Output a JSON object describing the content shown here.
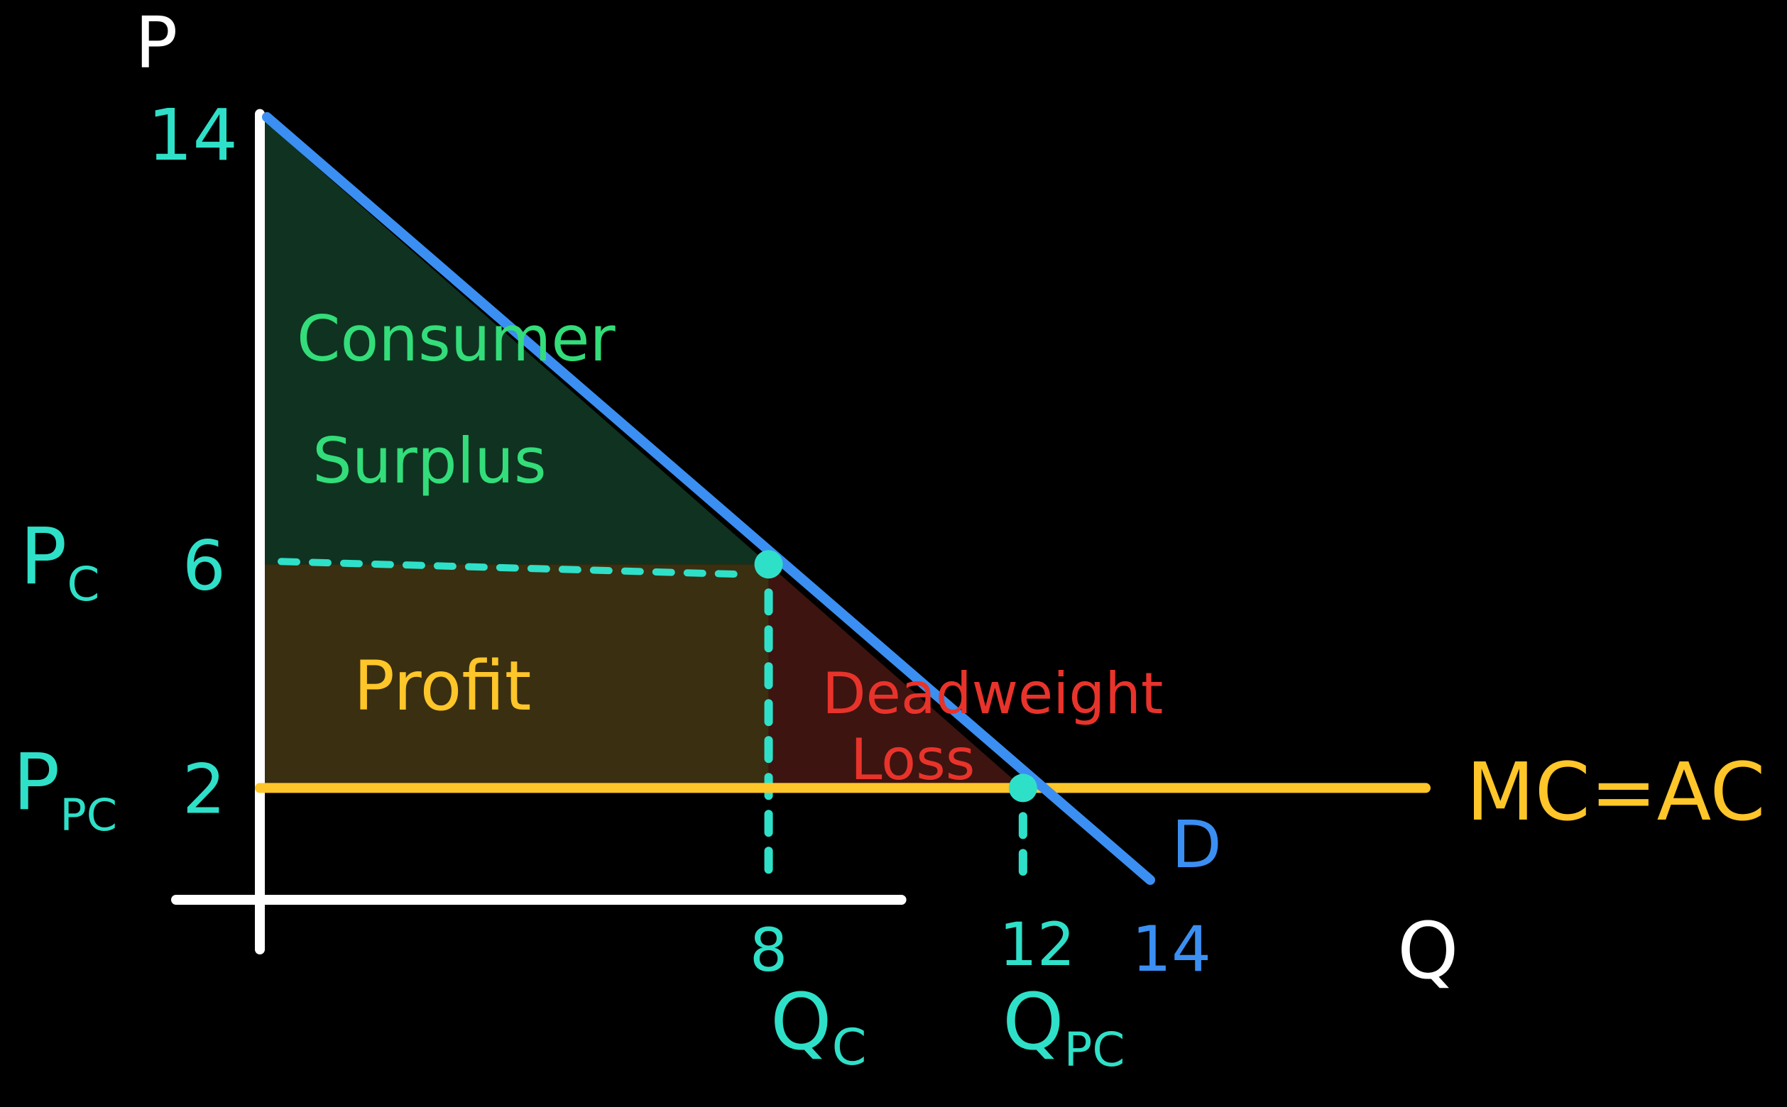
{
  "axes": {
    "y_label": "P",
    "x_label": "Q",
    "y_ticks": [
      {
        "value": 14,
        "label": "14"
      },
      {
        "value": 6,
        "label": "6"
      },
      {
        "value": 2,
        "label": "2"
      }
    ],
    "x_ticks": [
      {
        "value": 8,
        "label": "8"
      },
      {
        "value": 12,
        "label": "12"
      },
      {
        "value": 14,
        "label": "14"
      }
    ],
    "y_range": [
      0,
      15.4
    ],
    "x_range": [
      0,
      19.3
    ]
  },
  "price_labels": {
    "pc_main": "P",
    "pc_sub": "C",
    "ppc_main": "P",
    "ppc_sub": "PC"
  },
  "quantity_labels": {
    "qc_main": "Q",
    "qc_sub": "C",
    "qpc_main": "Q",
    "qpc_sub": "PC"
  },
  "curves": {
    "demand": {
      "label": "D",
      "color": "#3b8ff2",
      "p_intercept": 14,
      "q_intercept": 14
    },
    "mc_ac": {
      "label": "MC=AC",
      "color": "#ffc62a",
      "price": 2
    }
  },
  "regions": {
    "consumer_surplus": {
      "line1": "Consumer",
      "line2": "Surplus",
      "color": "#33dd7a",
      "fill": "#0f3320"
    },
    "profit": {
      "label": "Profit",
      "color": "#ffc62a",
      "fill": "#3a2f10"
    },
    "deadweight_loss": {
      "line1": "Deadweight",
      "line2": "Loss",
      "color": "#e8332b",
      "fill": "#3d1410"
    }
  },
  "points": {
    "monopoly": {
      "q": 8,
      "p": 6
    },
    "competitive": {
      "q": 12,
      "p": 2
    }
  },
  "colors": {
    "background": "#000000",
    "axis": "#ffffff",
    "guides": "#2fe0c8"
  }
}
